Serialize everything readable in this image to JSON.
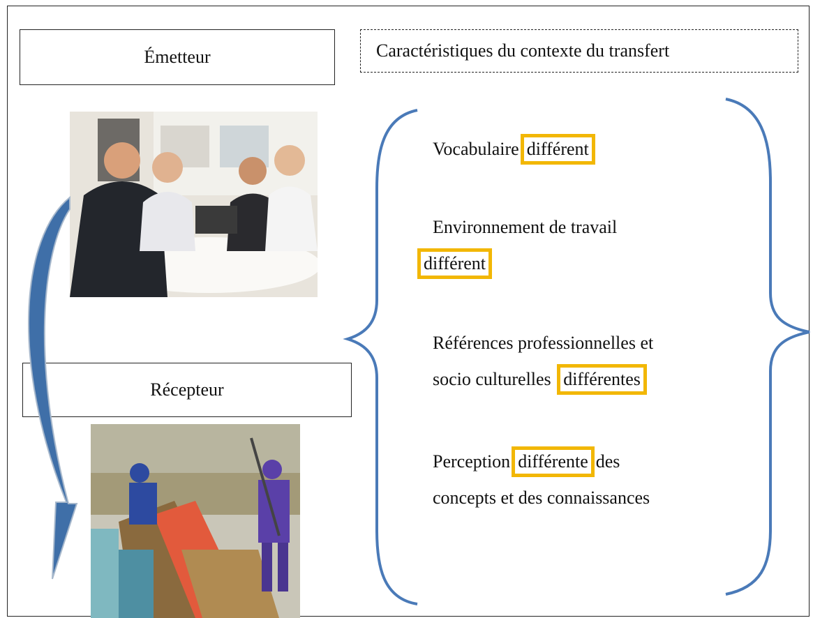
{
  "diagram": {
    "emitter_label": "Émetteur",
    "receiver_label": "Récepteur",
    "context_title": "Caractéristiques du contexte du transfert",
    "items": [
      {
        "before": "Vocabulaire",
        "highlight": "différent",
        "after": ""
      },
      {
        "line1": "Environnement de travail",
        "highlight": "différent"
      },
      {
        "line1": "Références professionnelles et",
        "before": "socio culturelles",
        "highlight": "différentes"
      },
      {
        "before": "Perception",
        "highlight": "différente",
        "after": "des",
        "line2": "concepts et des connaissances"
      }
    ],
    "colors": {
      "bracket": "#4a7ab8",
      "highlight": "#f2b705",
      "arrow": "#3f6fa8"
    },
    "images": [
      "office-meeting-photo",
      "factory-workers-illustration"
    ]
  }
}
